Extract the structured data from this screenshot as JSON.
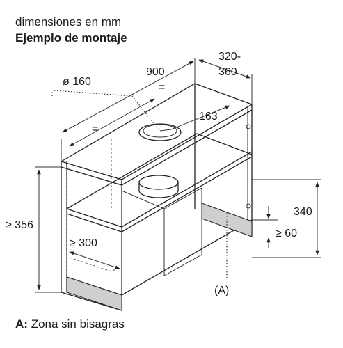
{
  "header": {
    "units_text": "dimensiones en mm",
    "title": "Ejemplo de montaje"
  },
  "dimensions": {
    "width": "900",
    "depth_line1": "320-",
    "depth_line2": "360",
    "duct_diameter": "ø 160",
    "duct_offset": "163",
    "equal_mark": "=",
    "min_height": "≥ 356",
    "min_shelf_depth": "≥ 300",
    "cabinet_height": "340",
    "min_clearance": "≥ 60"
  },
  "zone_marker": "(A)",
  "legend": {
    "key": "A:",
    "text": "Zona sin bisagras"
  },
  "colors": {
    "line": "#222222",
    "zone_fill": "#cfcfcf",
    "background": "#ffffff"
  }
}
